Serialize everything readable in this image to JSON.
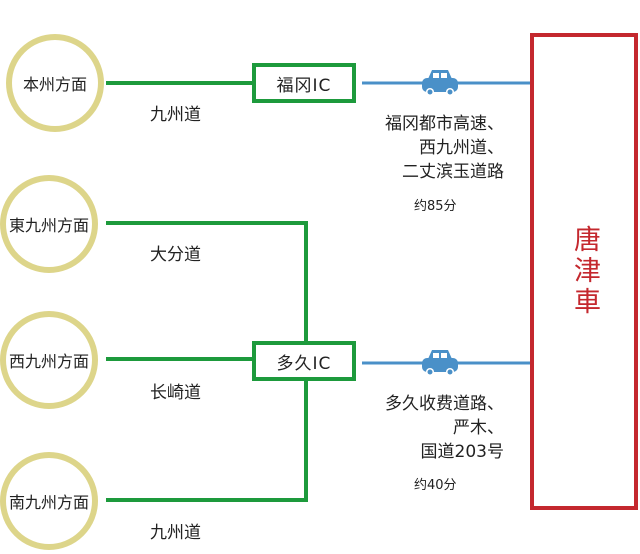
{
  "origins": [
    {
      "label": "本州方面"
    },
    {
      "label": "東九州方面"
    },
    {
      "label": "西九州方面"
    },
    {
      "label": "南九州方面"
    }
  ],
  "interchanges": [
    {
      "label": "福冈IC"
    },
    {
      "label": "多久IC"
    }
  ],
  "roads": [
    {
      "label": "九州道"
    },
    {
      "label": "大分道"
    },
    {
      "label": "长崎道"
    },
    {
      "label": "九州道"
    }
  ],
  "routes": [
    {
      "lines": [
        "福冈都市高速、",
        "西九州道、",
        "二丈滨玉道路"
      ],
      "time": "约85分"
    },
    {
      "lines": [
        "多久收费道路、",
        "严木、",
        "国道203号"
      ],
      "time": "约40分"
    }
  ],
  "destination": {
    "label": "唐津車"
  },
  "colors": {
    "road_line": "#1d9a3c",
    "route_line": "#4a90c8",
    "destination": "#c4282e",
    "origin_ring": "#ddd58a",
    "car": "#4a90c8"
  },
  "icons": [
    "car-icon",
    "car-icon"
  ]
}
